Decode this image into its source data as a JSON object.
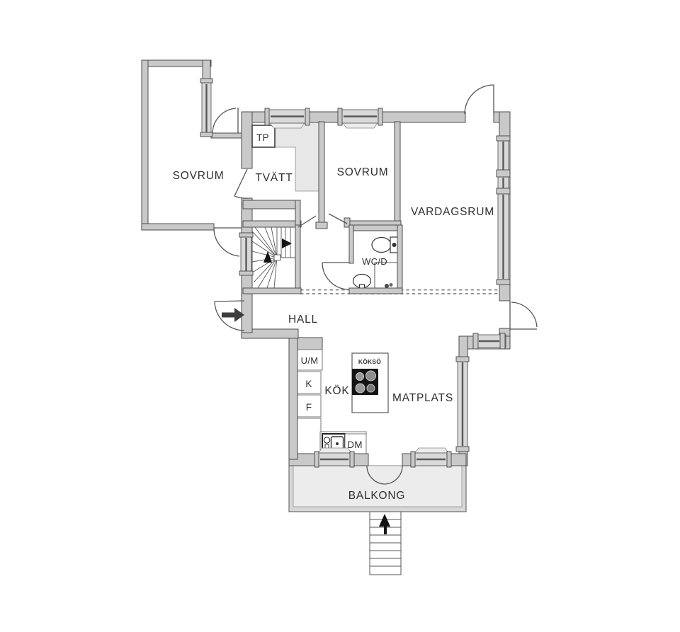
{
  "plan": {
    "rooms": {
      "bedroom1": {
        "label": "SOVRUM"
      },
      "laundry": {
        "label": "TVÄTT"
      },
      "bedroom2": {
        "label": "SOVRUM"
      },
      "living_room": {
        "label": "VARDAGSRUM"
      },
      "wc_shower": {
        "label": "WC/D"
      },
      "hall": {
        "label": "HALL"
      },
      "kitchen": {
        "label": "KÖK"
      },
      "dining": {
        "label": "MATPLATS"
      },
      "balcony": {
        "label": "BALKONG"
      }
    },
    "fixtures": {
      "drying_cabinet": "TP",
      "oven_microwave": "U/M",
      "fridge": "K",
      "freezer": "F",
      "dishwasher": "DM",
      "kitchen_island": "KÖKSÖ"
    },
    "colors": {
      "wall": "#c9c9c9",
      "wall_outline": "#4d4d4d",
      "zone": "#e7e7e7",
      "balcony_floor": "#ececec",
      "stove": "#141414",
      "dash_line": "#949494",
      "arrow": "#3d3d3d"
    }
  }
}
